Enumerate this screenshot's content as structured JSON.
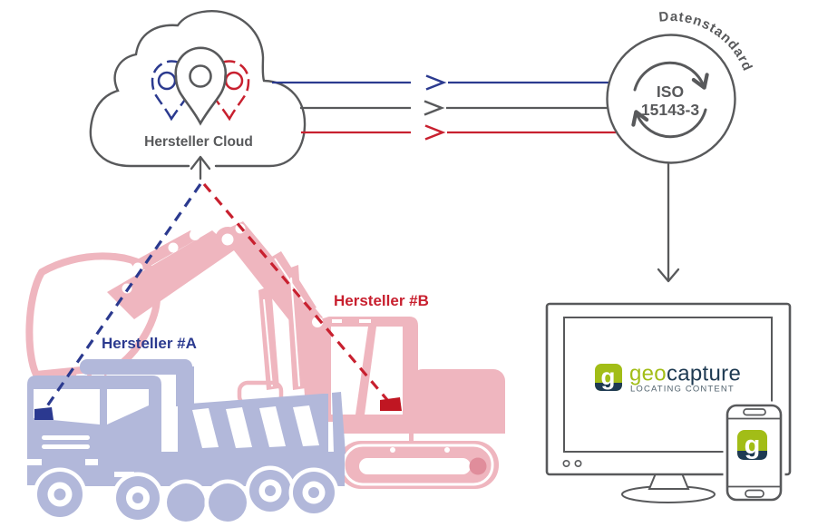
{
  "labels": {
    "cloud": "Hersteller Cloud",
    "manufacturer_a": "Hersteller #A",
    "manufacturer_b": "Hersteller #B",
    "iso_line1": "ISO",
    "iso_line2": "15143-3",
    "datenstandard": "Datenstandard"
  },
  "brand": {
    "icon_letter": "g",
    "name_geo": "geo",
    "name_capture": "capture",
    "tagline": "LOCATING CONTENT"
  },
  "colors": {
    "outline_gray": "#58595b",
    "manufacturer_a_blue": "#2b3a8f",
    "manufacturer_b_red": "#c8202f",
    "truck_fill": "#b2b8da",
    "excavator_fill": "#efb6bf",
    "track_roller_pink": "#e08d9b",
    "tracker_a_navy": "#2b3990",
    "tracker_b_red": "#c01622",
    "brand_green": "#a2bd17",
    "brand_navy": "#1e3a52",
    "tagline_gray": "#53646f"
  }
}
